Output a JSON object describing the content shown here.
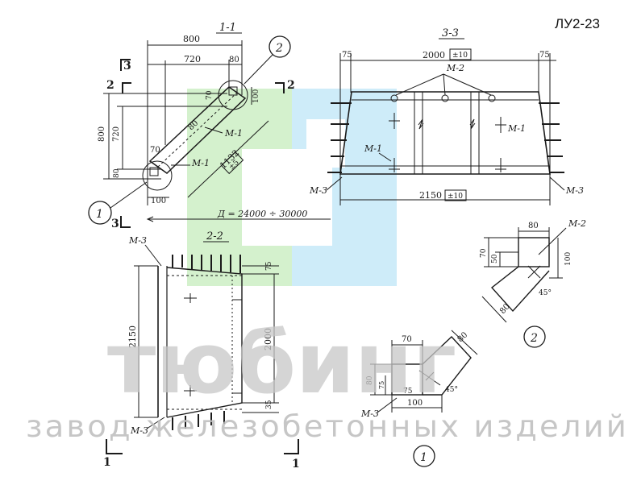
{
  "drawing_code": "ЛУ2-23",
  "sections": {
    "s11": {
      "title": "1-1"
    },
    "s22": {
      "title": "2-2"
    },
    "s33": {
      "title": "3-3"
    }
  },
  "section_marks": {
    "m3a": "3",
    "m3b": "3",
    "m2a": "2",
    "m2b": "2",
    "m1a": "1",
    "m1b": "1"
  },
  "callouts": {
    "c1": "1",
    "c2": "2",
    "c1b": "1",
    "c2b": "2"
  },
  "dims_11": {
    "d800": "800",
    "d720": "720",
    "d80a": "80",
    "d70": "70",
    "d100a": "100",
    "d800v": "800",
    "d720v": "720",
    "d80v": "80",
    "d80d": "80",
    "d70b": "70",
    "d100b": "100",
    "d1132": "1132",
    "d1132tol": "±5",
    "span": "Д = 24000 ÷ 30000"
  },
  "dims_33": {
    "d75a": "75",
    "d75b": "75",
    "d2000": "2000",
    "d2000tol": "±10",
    "d2150": "2150",
    "d2150tol": "±10"
  },
  "dims_22": {
    "d2150": "2150",
    "d2000": "2000",
    "d75": "75",
    "d35": "35"
  },
  "dims_det2": {
    "d80": "80",
    "d70": "70",
    "d50": "50",
    "d100": "100",
    "d80b": "80",
    "angle": "45°"
  },
  "dims_det1": {
    "d70": "70",
    "d80a": "80",
    "d80b": "80",
    "d75": "75",
    "d100": "100",
    "angle": "45°"
  },
  "labels": {
    "m1a": "М-1",
    "m1b": "М-1",
    "m1c": "М-1",
    "m1d": "М-1",
    "m2": "М-2",
    "m2b": "М-2",
    "m3a": "М-3",
    "m3b": "М-3",
    "m3c": "М-3",
    "m3d": "М-3",
    "m3e": "М-3"
  },
  "watermark": {
    "brand": "тюбинг",
    "subtitle": "завод железобетонных изделий"
  },
  "colors": {
    "line": "#1a1a1a",
    "logo_green": "#cdeec4",
    "logo_blue": "#c6e9f8",
    "watermark": "#c8c8c8"
  }
}
